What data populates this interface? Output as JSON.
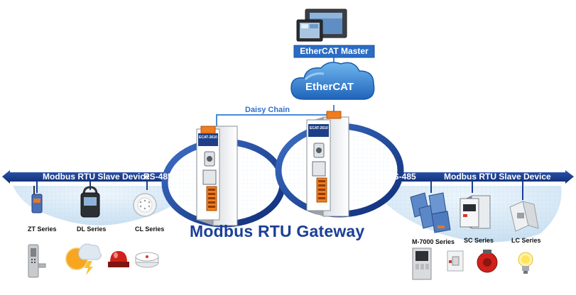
{
  "header": {
    "master_label": "EtherCAT Master",
    "cloud_label": "EtherCAT",
    "daisy_chain_label": "Daisy Chain"
  },
  "gateway_label": "Modbus RTU Gateway",
  "left_side": {
    "bus_label": "RS-485",
    "device_label": "Modbus RTU Slave Device",
    "series": [
      "ZT Series",
      "DL Series",
      "CL Series"
    ],
    "apps": [
      "door-lock-icon",
      "weather-sun-icon",
      "alarm-light-icon",
      "smoke-detector-icon"
    ]
  },
  "right_side": {
    "bus_label": "RS-485",
    "device_label": "Modbus RTU Slave Device",
    "series": [
      "M-7000 Series",
      "SC Series",
      "LC Series"
    ],
    "apps": [
      "switch-panel-icon",
      "wall-switch-icon",
      "fire-alarm-bell-icon",
      "light-bulb-icon"
    ]
  },
  "gateways": [
    {
      "model": "ECAT-2610"
    },
    {
      "model": "ECAT-2610"
    }
  ],
  "colors": {
    "bar": "#1a3f92",
    "title": "#1b3f96",
    "master_box": "#2b6cc4",
    "cloud": "#2e7fd6",
    "chain": "#4a8ad8",
    "connector": "#f07d1f"
  }
}
